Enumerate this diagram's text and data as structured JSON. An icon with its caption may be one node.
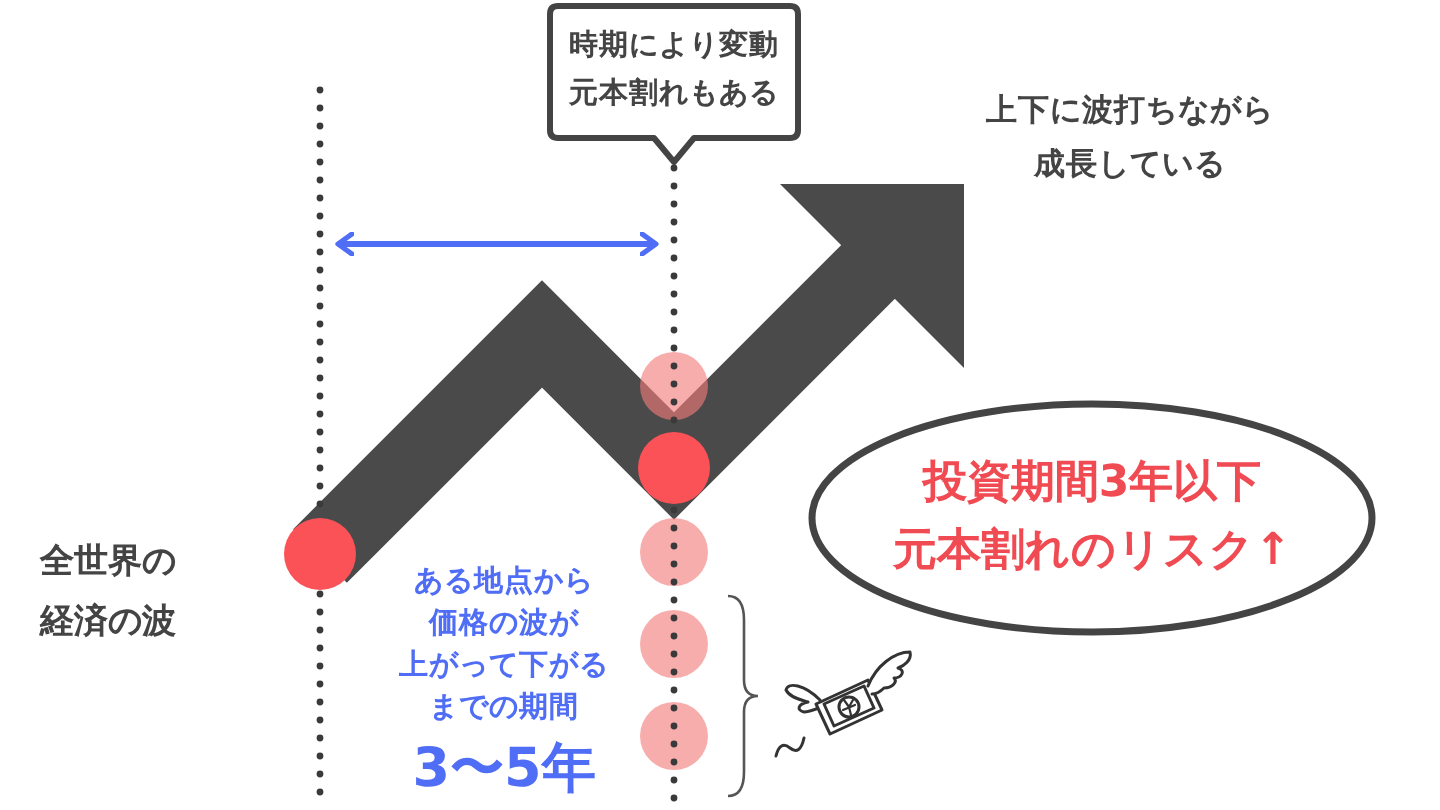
{
  "diagram": {
    "nodes": [
      {
        "text": [
          "時期により変動元本割れもある"
        ]
      },
      {
        "text": [
          "投資期間3年以下元本割れのリスク↑"
        ]
      }
    ],
    "labels": [
      "上下に波打ちながら成長している",
      "全世界の経済の波",
      "ある地点から価格の波が上がって下がるまでの期間",
      "3〜5年"
    ]
  }
}
